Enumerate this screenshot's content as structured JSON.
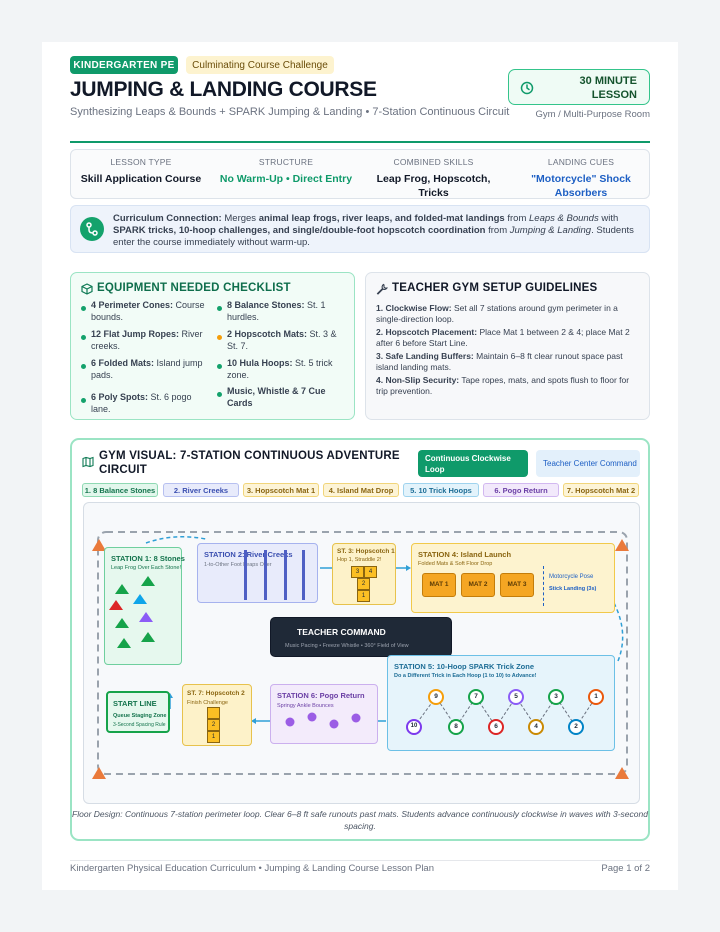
{
  "badges": {
    "grade": "KINDERGARTEN PE",
    "type": "Culminating Course Challenge"
  },
  "header": {
    "title": "JUMPING & LANDING COURSE",
    "subtitle": "Synthesizing Leaps & Bounds + SPARK Jumping & Landing • 7-Station Continuous Circuit",
    "duration": "30 MINUTE LESSON",
    "room": "Gym / Multi-Purpose Room"
  },
  "meta": [
    {
      "label": "LESSON TYPE",
      "value": "Skill Application Course",
      "color": "#111827"
    },
    {
      "label": "STRUCTURE",
      "value": "No Warm-Up • Direct Entry",
      "color": "#0f9a6a"
    },
    {
      "label": "COMBINED SKILLS",
      "value": "Leap Frog, Hopscotch, Tricks",
      "color": "#111827"
    },
    {
      "label": "LANDING CUES",
      "value": "\"Motorcycle\" Shock Absorbers",
      "color": "#1d5fc4"
    }
  ],
  "curriculum": {
    "label": "Curriculum Connection:",
    "t1": " Merges ",
    "b1": "animal leap frogs, river leaps, and folded-mat landings",
    "t2": " from ",
    "i1": "Leaps & Bounds",
    "t3": " with ",
    "b2": "SPARK tricks, 10-hoop challenges, and single/double-foot hopscotch coordination",
    "t4": " from ",
    "i2": "Jumping & Landing",
    "t5": ". Students enter the course immediately without warm-up."
  },
  "equipment": {
    "title": "EQUIPMENT NEEDED CHECKLIST",
    "items": [
      {
        "b": "4 Perimeter Cones:",
        "t": " Course bounds."
      },
      {
        "b": "8 Balance Stones:",
        "t": " St. 1 hurdles."
      },
      {
        "b": "12 Flat Jump Ropes:",
        "t": " River creeks."
      },
      {
        "b": "2 Hopscotch Mats:",
        "t": " St. 3 & St. 7."
      },
      {
        "b": "6 Folded Mats:",
        "t": " Island jump pads."
      },
      {
        "b": "10 Hula Hoops:",
        "t": " St. 5 trick zone."
      },
      {
        "b": "6 Poly Spots:",
        "t": " St. 6 pogo lane."
      },
      {
        "b": "Music, Whistle & 7 Cue Cards",
        "t": ""
      }
    ]
  },
  "setup": {
    "title": "TEACHER GYM SETUP GUIDELINES",
    "items": [
      {
        "b": "1. Clockwise Flow:",
        "t": " Set all 7 stations around gym perimeter in a single-direction loop."
      },
      {
        "b": "2. Hopscotch Placement:",
        "t": " Place Mat 1 between 2 & 4; place Mat 2 after 6 before Start Line."
      },
      {
        "b": "3. Safe Landing Buffers:",
        "t": " Maintain 6–8 ft clear runout space past island landing mats."
      },
      {
        "b": "4. Non-Slip Security:",
        "t": " Tape ropes, mats, and spots flush to floor for trip prevention."
      }
    ]
  },
  "gym": {
    "title": "GYM VISUAL: 7-STATION CONTINUOUS ADVENTURE CIRCUIT",
    "tag1": "Continuous Clockwise Loop",
    "tag2": "Teacher Center Command",
    "legend": [
      {
        "label": "1. 8 Balance Stones",
        "bg": "#e2f7ec",
        "border": "#8fd9b3",
        "color": "#14744d"
      },
      {
        "label": "2. River Creeks",
        "bg": "#e8ebfb",
        "border": "#b7c0f0",
        "color": "#3b4fb0"
      },
      {
        "label": "3. Hopscotch Mat 1",
        "bg": "#fdf4d6",
        "border": "#f1d57a",
        "color": "#8a6510"
      },
      {
        "label": "4. Island Mat Drop",
        "bg": "#fdf4d6",
        "border": "#f1d57a",
        "color": "#8a6510"
      },
      {
        "label": "5. 10 Trick Hoops",
        "bg": "#e3f3fb",
        "border": "#9fd3ee",
        "color": "#1d6d96"
      },
      {
        "label": "6. Pogo Return",
        "bg": "#f2e9fb",
        "border": "#d2b8f0",
        "color": "#6b3fa5"
      },
      {
        "label": "7. Hopscotch Mat 2",
        "bg": "#fdf4d6",
        "border": "#f1d57a",
        "color": "#8a6510"
      }
    ],
    "s1": {
      "title": "STATION 1: 8 Stones",
      "sub": "Leap Frog Over Each Stone!"
    },
    "s2": {
      "title": "STATION 2: River Creeks",
      "sub": "1-to-Other Foot Leaps Over"
    },
    "s3": {
      "title": "ST. 3: Hopscotch 1",
      "sub": "Hop 1, Straddle 2!",
      "cells": [
        "3",
        "4",
        "2",
        "1"
      ]
    },
    "s4": {
      "title": "STATION 4: Island Launch",
      "sub": "Folded Mats & Soft Floor Drop",
      "mats": [
        "MAT 1",
        "MAT 2",
        "MAT 3"
      ],
      "pose": "Motorcycle Pose",
      "stick": "Stick Landing (3s)"
    },
    "s5": {
      "title": "STATION 5: 10-Hoop SPARK Trick Zone",
      "sub": "Do a Different Trick in Each Hoop (1 to 10) to Advance!",
      "top": [
        "9",
        "7",
        "5",
        "3",
        "1"
      ],
      "bottom": [
        "10",
        "8",
        "6",
        "4",
        "2"
      ]
    },
    "s6": {
      "title": "STATION 6: Pogo Return",
      "sub": "Springy Ankle Bounces"
    },
    "s7": {
      "title": "ST. 7: Hopscotch 2",
      "sub": "Finish Challenge",
      "cells": [
        "2",
        "1"
      ]
    },
    "start": {
      "title": "START LINE",
      "sub1": "Queue Staging Zone",
      "sub2": "3-Second Spacing Rule"
    },
    "teacher": {
      "title": "TEACHER COMMAND",
      "sub": "Music Pacing • Freeze Whistle • 360° Field of View"
    },
    "note": "Floor Design: Continuous 7-station perimeter loop. Clear 6–8 ft safe runouts past mats. Students advance continuously clockwise in waves with 3-second spacing."
  },
  "footer": {
    "left": "Kindergarten Physical Education Curriculum • Jumping & Landing Course Lesson Plan",
    "right": "Page 1 of 2"
  },
  "colors": {
    "brand": "#0f9a6a",
    "accent": "#1d5fc4"
  }
}
